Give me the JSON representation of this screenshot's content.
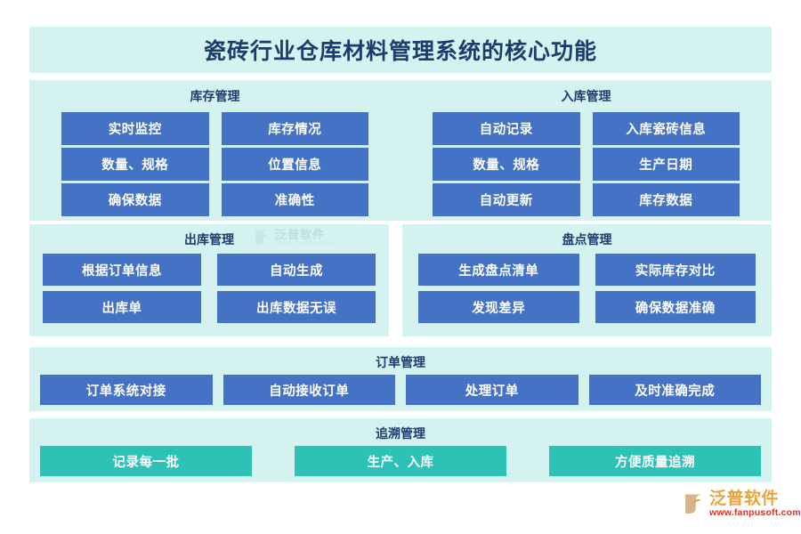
{
  "header": {
    "title": "瓷砖行业仓库材料管理系统的核心功能",
    "bg_color": "#d4f2ef",
    "text_color": "#1d3c6e"
  },
  "colors": {
    "panel_bg": "#d4f2ef",
    "chip_blue": "#4472c4",
    "chip_teal": "#2ec2b6",
    "heading": "#1d3c6e",
    "page_bg": "#ffffff"
  },
  "sections": [
    {
      "id": "inventory",
      "title": "库存管理",
      "chip_color": "#4472c4",
      "items": [
        "实时监控",
        "库存情况",
        "数量、规格",
        "位置信息",
        "确保数据",
        "准确性"
      ]
    },
    {
      "id": "inbound",
      "title": "入库管理",
      "chip_color": "#4472c4",
      "items": [
        "自动记录",
        "入库瓷砖信息",
        "数量、规格",
        "生产日期",
        "自动更新",
        "库存数据"
      ]
    },
    {
      "id": "outbound",
      "title": "出库管理",
      "chip_color": "#4472c4",
      "items": [
        "根据订单信息",
        "自动生成",
        "出库单",
        "出库数据无误"
      ]
    },
    {
      "id": "stocktaking",
      "title": "盘点管理",
      "chip_color": "#4472c4",
      "items": [
        "生成盘点清单",
        "实际库存对比",
        "发现差异",
        "确保数据准确"
      ]
    },
    {
      "id": "order",
      "title": "订单管理",
      "chip_color": "#4472c4",
      "items": [
        "订单系统对接",
        "自动接收订单",
        "处理订单",
        "及时准确完成"
      ]
    },
    {
      "id": "trace",
      "title": "追溯管理",
      "chip_color": "#2ec2b6",
      "items": [
        "记录每一批",
        "生产、入库",
        "方便质量追溯"
      ]
    }
  ],
  "watermark": {
    "name_cn": "泛普软件",
    "name_en": "FANPU SOFTWARE",
    "icon": "fanpu-leaf-icon"
  },
  "logo": {
    "name_cn": "泛普软件",
    "url": "www.fanpusoft.com",
    "icon": "fanpu-leaf-icon",
    "name_color": "#e8a33d",
    "url_color": "#d6322a"
  }
}
